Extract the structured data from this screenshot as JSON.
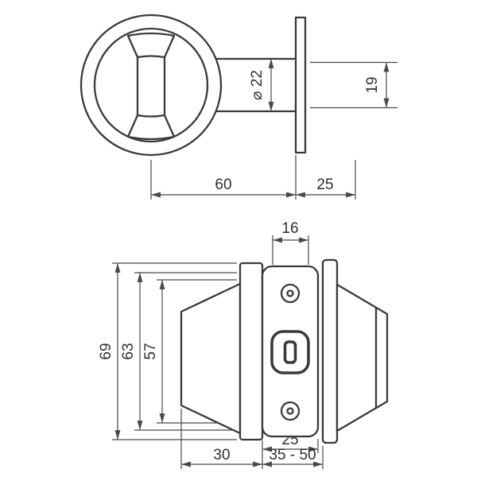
{
  "page": {
    "background": "#ffffff"
  },
  "drawing": {
    "stroke_color": "#3a3a3a",
    "dim_color": "#4a4a4a",
    "text_color": "#2f2f2f",
    "front_view": {
      "dimensions": {
        "spindle_diameter": "⌀ 22",
        "boss_height": "19",
        "backset": "60",
        "plate_offset": "25"
      }
    },
    "side_view": {
      "dimensions": {
        "hub_width": "16",
        "rose_diameter": "69",
        "plate_diameter": "63",
        "knob_diameter": "57",
        "case_width": "25",
        "knob_depth": "30",
        "door_thickness_range": "35 - 50"
      }
    }
  }
}
